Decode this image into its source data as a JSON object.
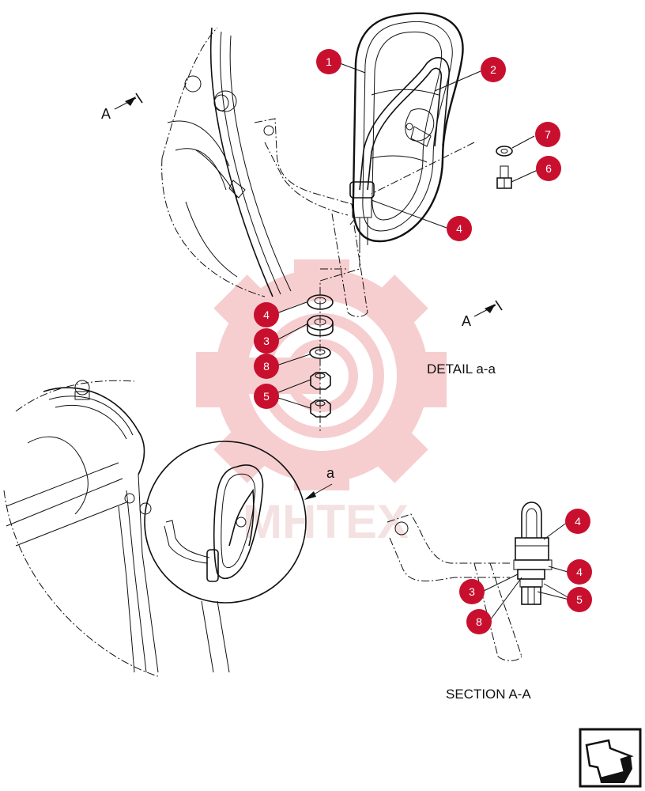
{
  "detail_title": "DETAIL a-a",
  "section_title": "SECTION A-A",
  "detail_ref_label": "a",
  "section_arrow_label": "A",
  "watermark_text": "MHTEX",
  "colors": {
    "callout": "#c8102e",
    "watermark": "#f6c9cc",
    "line": "#111111"
  },
  "callouts": {
    "c1": "1",
    "c2": "2",
    "c7": "7",
    "c6": "6",
    "c4_top": "4",
    "c4_stack": "4",
    "c3_stack": "3",
    "c8_stack": "8",
    "c5_stack": "5",
    "s4_top": "4",
    "s4_bottom": "4",
    "s3": "3",
    "s5": "5",
    "s8": "8"
  },
  "nav_icon": "next-page-arrow-icon"
}
